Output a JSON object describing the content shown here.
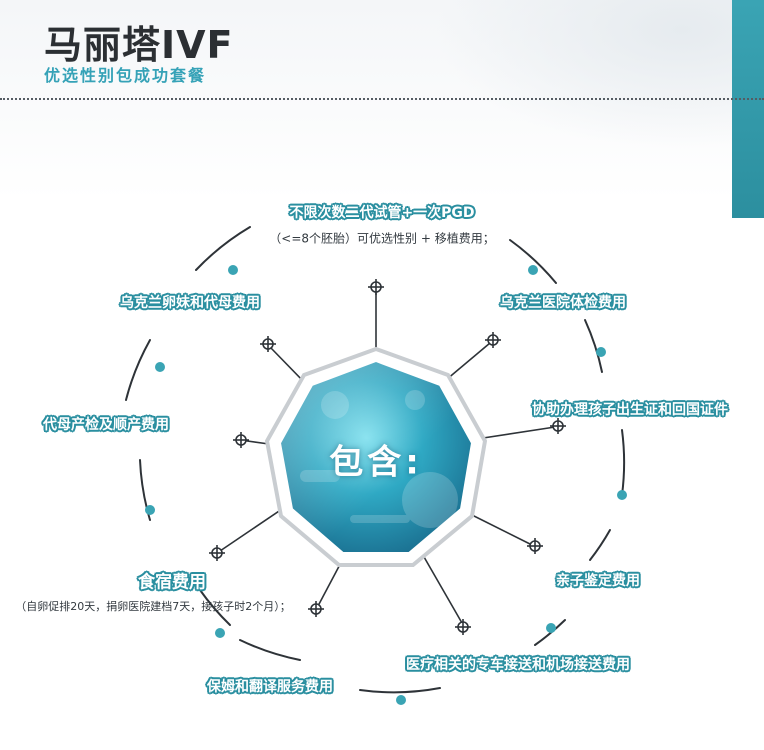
{
  "header": {
    "title": "马丽塔IVF",
    "subtitle": "优选性别包成功套餐"
  },
  "center_label": "包含:",
  "items": [
    {
      "label": "不限次数二代试管+一次PGD",
      "note": "（<=8个胚胎）可优选性别 + 移植费用；"
    },
    {
      "label": "乌克兰医院体检费用"
    },
    {
      "label": "协助办理孩子出生证和回国证件"
    },
    {
      "label": "亲子鉴定费用"
    },
    {
      "label": "医疗相关的专车接送和机场接送费用"
    },
    {
      "label": "保姆和翻译服务费用"
    },
    {
      "label": "食宿费用",
      "note": "（自卵促排20天，捐卵医院建档7天，接孩子时2个月）；"
    },
    {
      "label": "代母产检及顺产费用"
    },
    {
      "label": "乌克兰卵妹和代母费用"
    }
  ],
  "colors": {
    "accent": "#35a2b7",
    "label_outline": "#2a8fa0",
    "title": "#2b2f33",
    "side_tab": "#3aa4b4"
  }
}
